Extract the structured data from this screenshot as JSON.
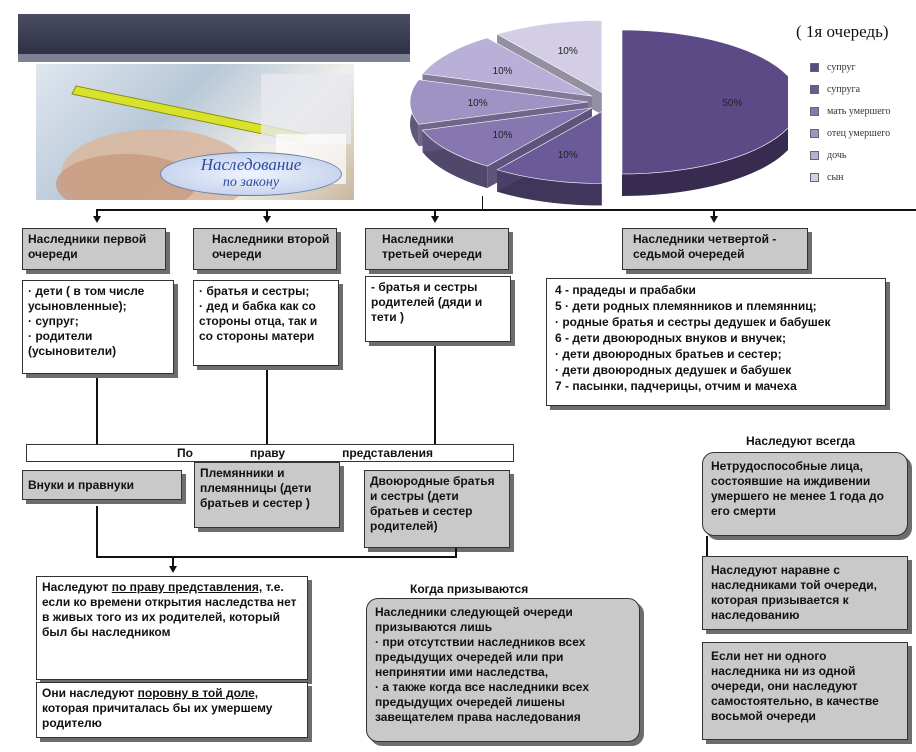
{
  "header": {
    "title": "( 1я очередь)"
  },
  "photo": {
    "caption_line1": "Наследование",
    "caption_line2": "по закону"
  },
  "chart_data": {
    "type": "pie",
    "title": "( 1я очередь)",
    "labels": [
      "супруг",
      "супруга",
      "мать умершего",
      "отец умершего",
      "дочь",
      "сын"
    ],
    "values": [
      50,
      10,
      10,
      10,
      10,
      10
    ],
    "data_labels": [
      "50%",
      "10%",
      "10%",
      "10%",
      "10%",
      "10%"
    ],
    "colors": [
      "#5b4a86",
      "#6b5a98",
      "#8677b0",
      "#9f93c4",
      "#b9b0d7",
      "#d3cde6"
    ],
    "legend_position": "right",
    "style": "3d exploded"
  },
  "queues": {
    "first": {
      "title": "Наследники первой очереди",
      "items": "· дети ( в том числе усыновленные);\n· супруг;\n· родители (усыновители)"
    },
    "second": {
      "title": "Наследники второй очереди",
      "items": "· братья и сестры;\n· дед и бабка как со стороны отца, так и со стороны матери"
    },
    "third": {
      "title": "Наследники третьей очереди",
      "items": "- братья и сестры родителей (дяди и тети )"
    },
    "fourth": {
      "title": "Наследники четвертой - седьмой очередей",
      "items": "4 - прадеды и прабабки\n5 · дети родных племянников и племянниц;\n· родные братья и сестры дедушек и бабушек\n6 -  дети двоюродных внуков и внучек;\n· дети двоюродных братьев и сестер;\n· дети двоюродных дедушек и бабушек\n7 - пасынки, падчерицы, отчим и мачеха"
    }
  },
  "representation": {
    "header_words": [
      "По",
      "праву",
      "представления"
    ],
    "grandchildren": "Внуки и правнуки",
    "nephews": "Племянники и племянницы (дети братьев и сестер )",
    "cousins": "Двоюродные братья и сестры (дети братьев и сестер родителей)"
  },
  "bottom_left": {
    "p1_prefix": "Наследуют ",
    "p1_link": "по праву представления,",
    "p1_rest": " т.е. если ко времени открытия наследства нет в живых того из их родителей, который был бы наследником",
    "p2_prefix": "Они наследуют ",
    "p2_link": "поровну в той доле,",
    "p2_rest": " которая причиталась бы их умершему родителю"
  },
  "when_called": {
    "title": "Когда призываются",
    "text": "Наследники следующей очереди призываются лишь\n· при отсутствии наследников всех предыдущих очередей или при непринятии ими наследства,\n· а также когда все наследники всех предыдущих очередей лишены завещателем права наследования"
  },
  "always": {
    "title": "Наследуют всегда",
    "box1": "Нетрудоспособные лица, состоявшие на иждивении умершего не менее 1 года до его смерти",
    "box2": "Наследуют наравне с наследниками той очереди, которая призывается к наследованию",
    "box3": "Если нет ни одного наследника ни из одной очереди, они наследуют самостоятельно, в качестве восьмой очереди"
  }
}
